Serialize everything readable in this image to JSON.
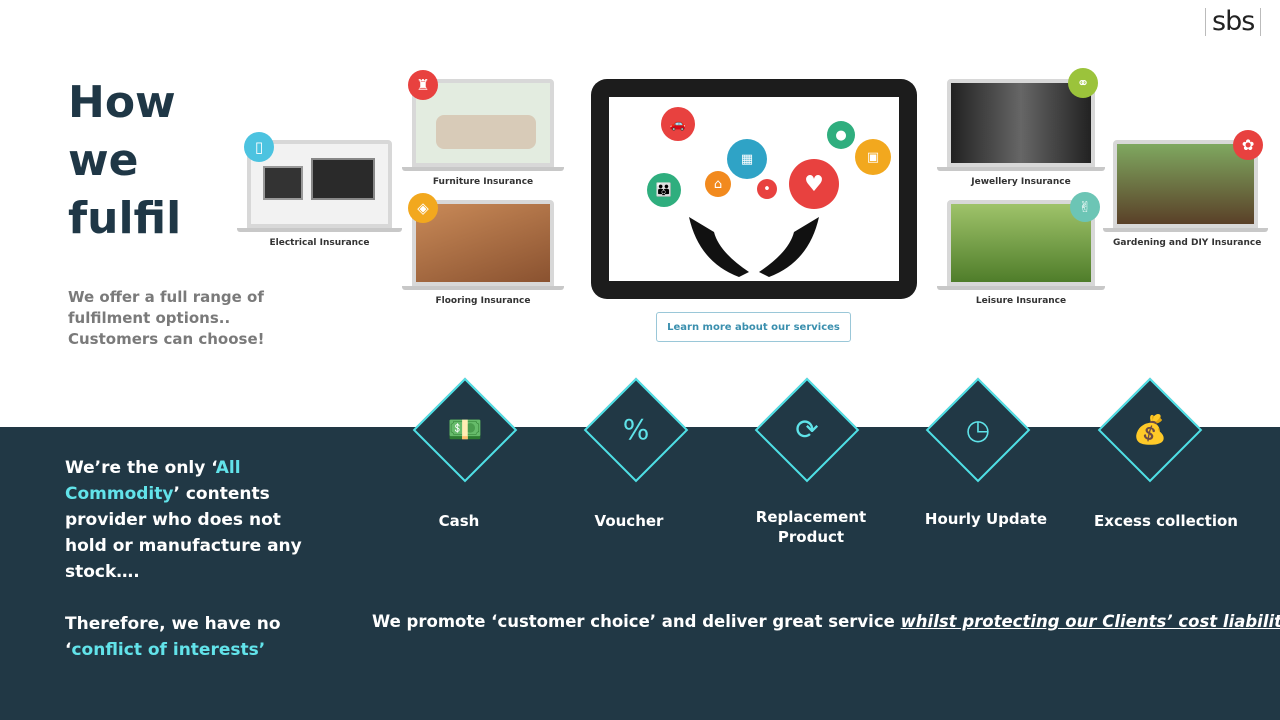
{
  "logo": "sbs",
  "title": [
    "How",
    "we",
    "fulfil"
  ],
  "subtitle": [
    "We offer a full range of",
    "fulfilment options..",
    "Customers can choose!"
  ],
  "products": [
    {
      "label": "Electrical Insurance",
      "icon": "phone-icon",
      "color": "#4cc3e0"
    },
    {
      "label": "Furniture Insurance",
      "icon": "chair-icon",
      "color": "#e8413f"
    },
    {
      "label": "Flooring Insurance",
      "icon": "floor-icon",
      "color": "#f2a81e"
    },
    {
      "label": "Jewellery Insurance",
      "icon": "rings-icon",
      "color": "#9bc33b"
    },
    {
      "label": "Leisure Insurance",
      "icon": "leisure-icon",
      "color": "#6cc5b5"
    },
    {
      "label": "Gardening and DIY Insurance",
      "icon": "garden-icon",
      "color": "#e8413f"
    }
  ],
  "learn_more": "Learn more about our services",
  "options": [
    {
      "label": "Cash",
      "icon": "cash-hand-icon"
    },
    {
      "label": "Voucher",
      "icon": "voucher-percent-icon"
    },
    {
      "label": "Replacement Product",
      "icon": "replace-cycle-icon"
    },
    {
      "label": "Hourly Update",
      "icon": "clock-icon"
    },
    {
      "label": "Excess collection",
      "icon": "money-bag-icon"
    }
  ],
  "left_text": {
    "p1a": "We’re the only ‘",
    "p1b": "All Commodity",
    "p1c": "’ contents provider who does not hold or manufacture any stock….",
    "p2a": "Therefore, we have no ‘",
    "p2b": "conflict of interests",
    "p2c": "’"
  },
  "tagline": {
    "plain": "We promote ‘customer choice’ and deliver great service ",
    "emph": "whilst protecting our Clients’ cost liability…"
  },
  "colors": {
    "dark": "#213845",
    "accent": "#4fe0e6"
  }
}
